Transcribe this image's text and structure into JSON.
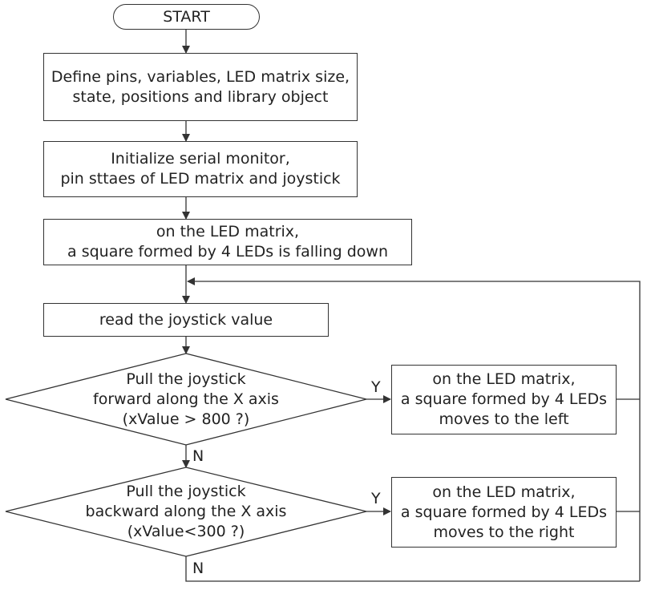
{
  "flowchart": {
    "start": "START",
    "define": [
      "Define pins, variables, LED matrix size,",
      "state, positions and library object"
    ],
    "init": [
      "Initialize serial monitor,",
      "pin sttaes of LED matrix and joystick"
    ],
    "falling": [
      "on the LED matrix,",
      "a square formed by 4 LEDs is falling down"
    ],
    "read": "read the joystick value",
    "decision1": [
      "Pull the joystick",
      "forward along the X axis",
      "(xValue > 800 ?)"
    ],
    "left_action": [
      "on the LED matrix,",
      "a square formed by 4 LEDs",
      "moves to the left"
    ],
    "decision2": [
      "Pull the joystick",
      "backward along the X axis",
      "(xValue<300 ?)"
    ],
    "right_action": [
      "on the LED matrix,",
      "a square formed by 4 LEDs",
      "moves to the right"
    ],
    "yes_label": "Y",
    "no_label": "N"
  },
  "colors": {
    "stroke": "#333333",
    "text": "#222222",
    "background": "#ffffff"
  }
}
